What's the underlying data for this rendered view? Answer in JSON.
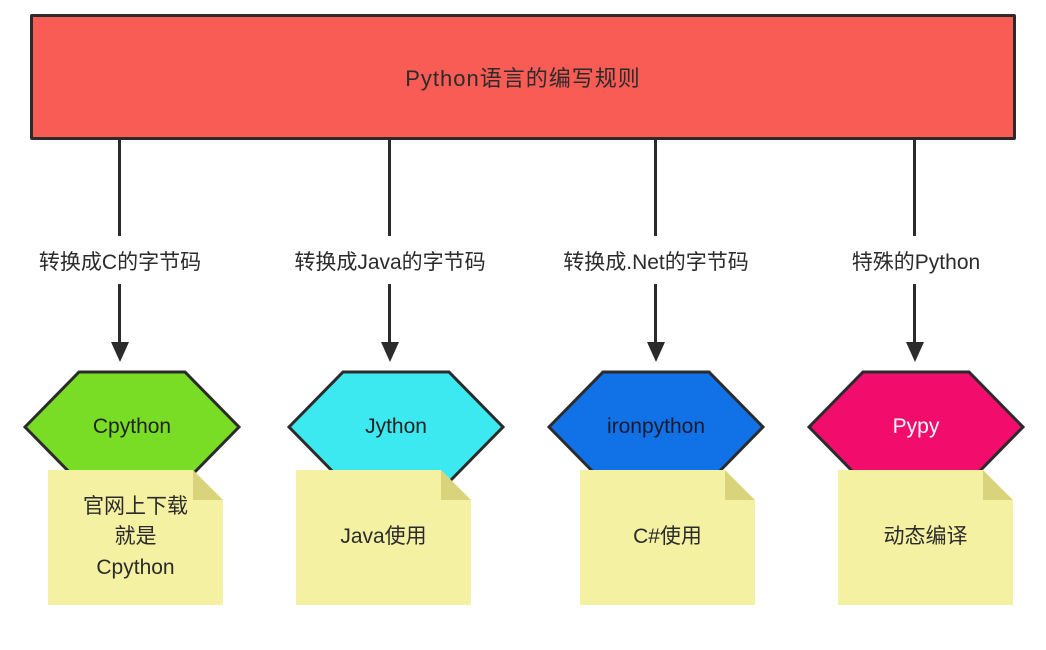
{
  "title": "Python语言的编写规则",
  "colors": {
    "title_fill": "#f95b55",
    "line": "#2b2b2b",
    "note_fill": "#f5f1a3",
    "note_fold": "#d9d37b"
  },
  "columns": [
    {
      "arrow_label": "转换成C的字节码",
      "hex_label": "Cpython",
      "hex_color": "#79dc25",
      "hex_text_color": "#222222",
      "note_text": "官网上下载\n就是\nCpython"
    },
    {
      "arrow_label": "转换成Java的字节码",
      "hex_label": "Jython",
      "hex_color": "#3ce9f0",
      "hex_text_color": "#222222",
      "note_text": "Java使用"
    },
    {
      "arrow_label": "转换成.Net的字节码",
      "hex_label": "ironpython",
      "hex_color": "#1172e8",
      "hex_text_color": "#1a1a2e",
      "note_text": "C#使用"
    },
    {
      "arrow_label": "特殊的Python",
      "hex_label": "Pypy",
      "hex_color": "#f20c6c",
      "hex_text_color": "#fdfdfd",
      "note_text": "动态编译"
    }
  ]
}
